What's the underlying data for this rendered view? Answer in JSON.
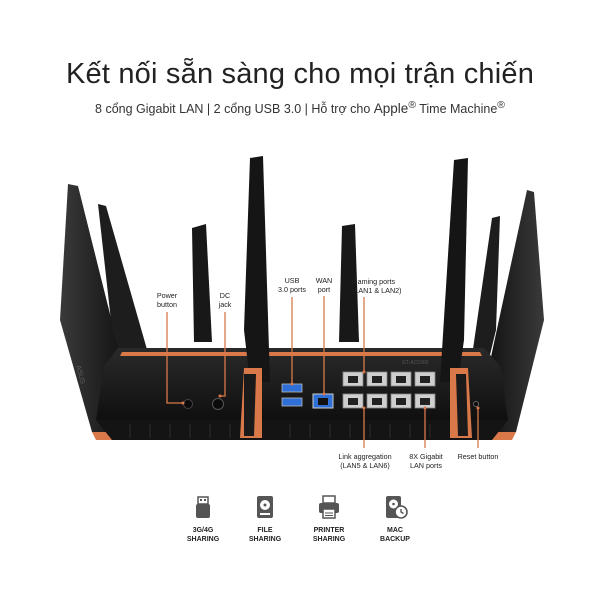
{
  "headline": "Kết nối sẵn sàng cho mọi trận chiến",
  "subline": {
    "part1": "8 cổng Gigabit LAN | 2 cổng USB 3.0 | Hỗ trợ cho ",
    "apple": "Apple",
    "reg1": "®",
    "part2": " Time Machine",
    "reg2": "®"
  },
  "brand": "ASUS",
  "model": "GT-AC5300",
  "labels": {
    "power": "Power\nbutton",
    "dc": "DC\njack",
    "usb": "USB\n3.0 ports",
    "wan": "WAN\nport",
    "gaming": "Gaming ports\n(LAN1 & LAN2)",
    "link": "Link aggregation\n(LAN5 & LAN6)",
    "lan8": "8X Gigabit\nLAN ports",
    "reset": "Reset button"
  },
  "features": [
    {
      "icon": "usb-dongle-icon",
      "label": "3G/4G\nSHARING"
    },
    {
      "icon": "hard-drive-icon",
      "label": "FILE\nSHARING"
    },
    {
      "icon": "printer-icon",
      "label": "PRINTER\nSHARING"
    },
    {
      "icon": "mac-backup-icon",
      "label": "MAC\nBACKUP"
    }
  ],
  "colors": {
    "accent": "#d9794a",
    "body": "#1c1c1c",
    "port_blue": "#2f6fd6"
  }
}
